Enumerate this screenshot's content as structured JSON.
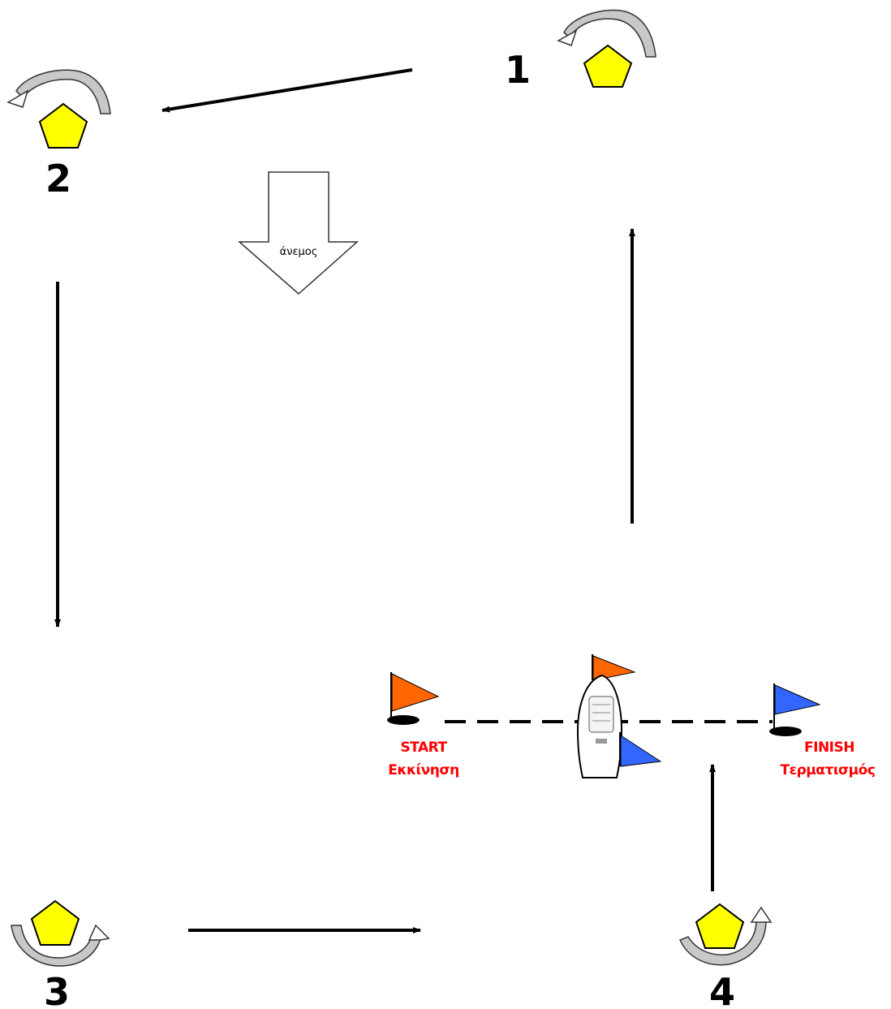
{
  "marks": [
    {
      "number": "1",
      "rounding": "counterclockwise"
    },
    {
      "number": "2",
      "rounding": "counterclockwise"
    },
    {
      "number": "3",
      "rounding": "counterclockwise"
    },
    {
      "number": "4",
      "rounding": "counterclockwise"
    }
  ],
  "wind": {
    "label": "άνεμος"
  },
  "start": {
    "line1": "START",
    "line2": "Εκκίνηση"
  },
  "finish": {
    "line1": "FINISH",
    "line2": "Τερματισμός"
  },
  "colors": {
    "buoy": "#ffff00",
    "start_flag": "#ff6600",
    "finish_flag": "#3366ff",
    "label": "#ff0000",
    "rounding_arrow": "#c0c0c0"
  }
}
